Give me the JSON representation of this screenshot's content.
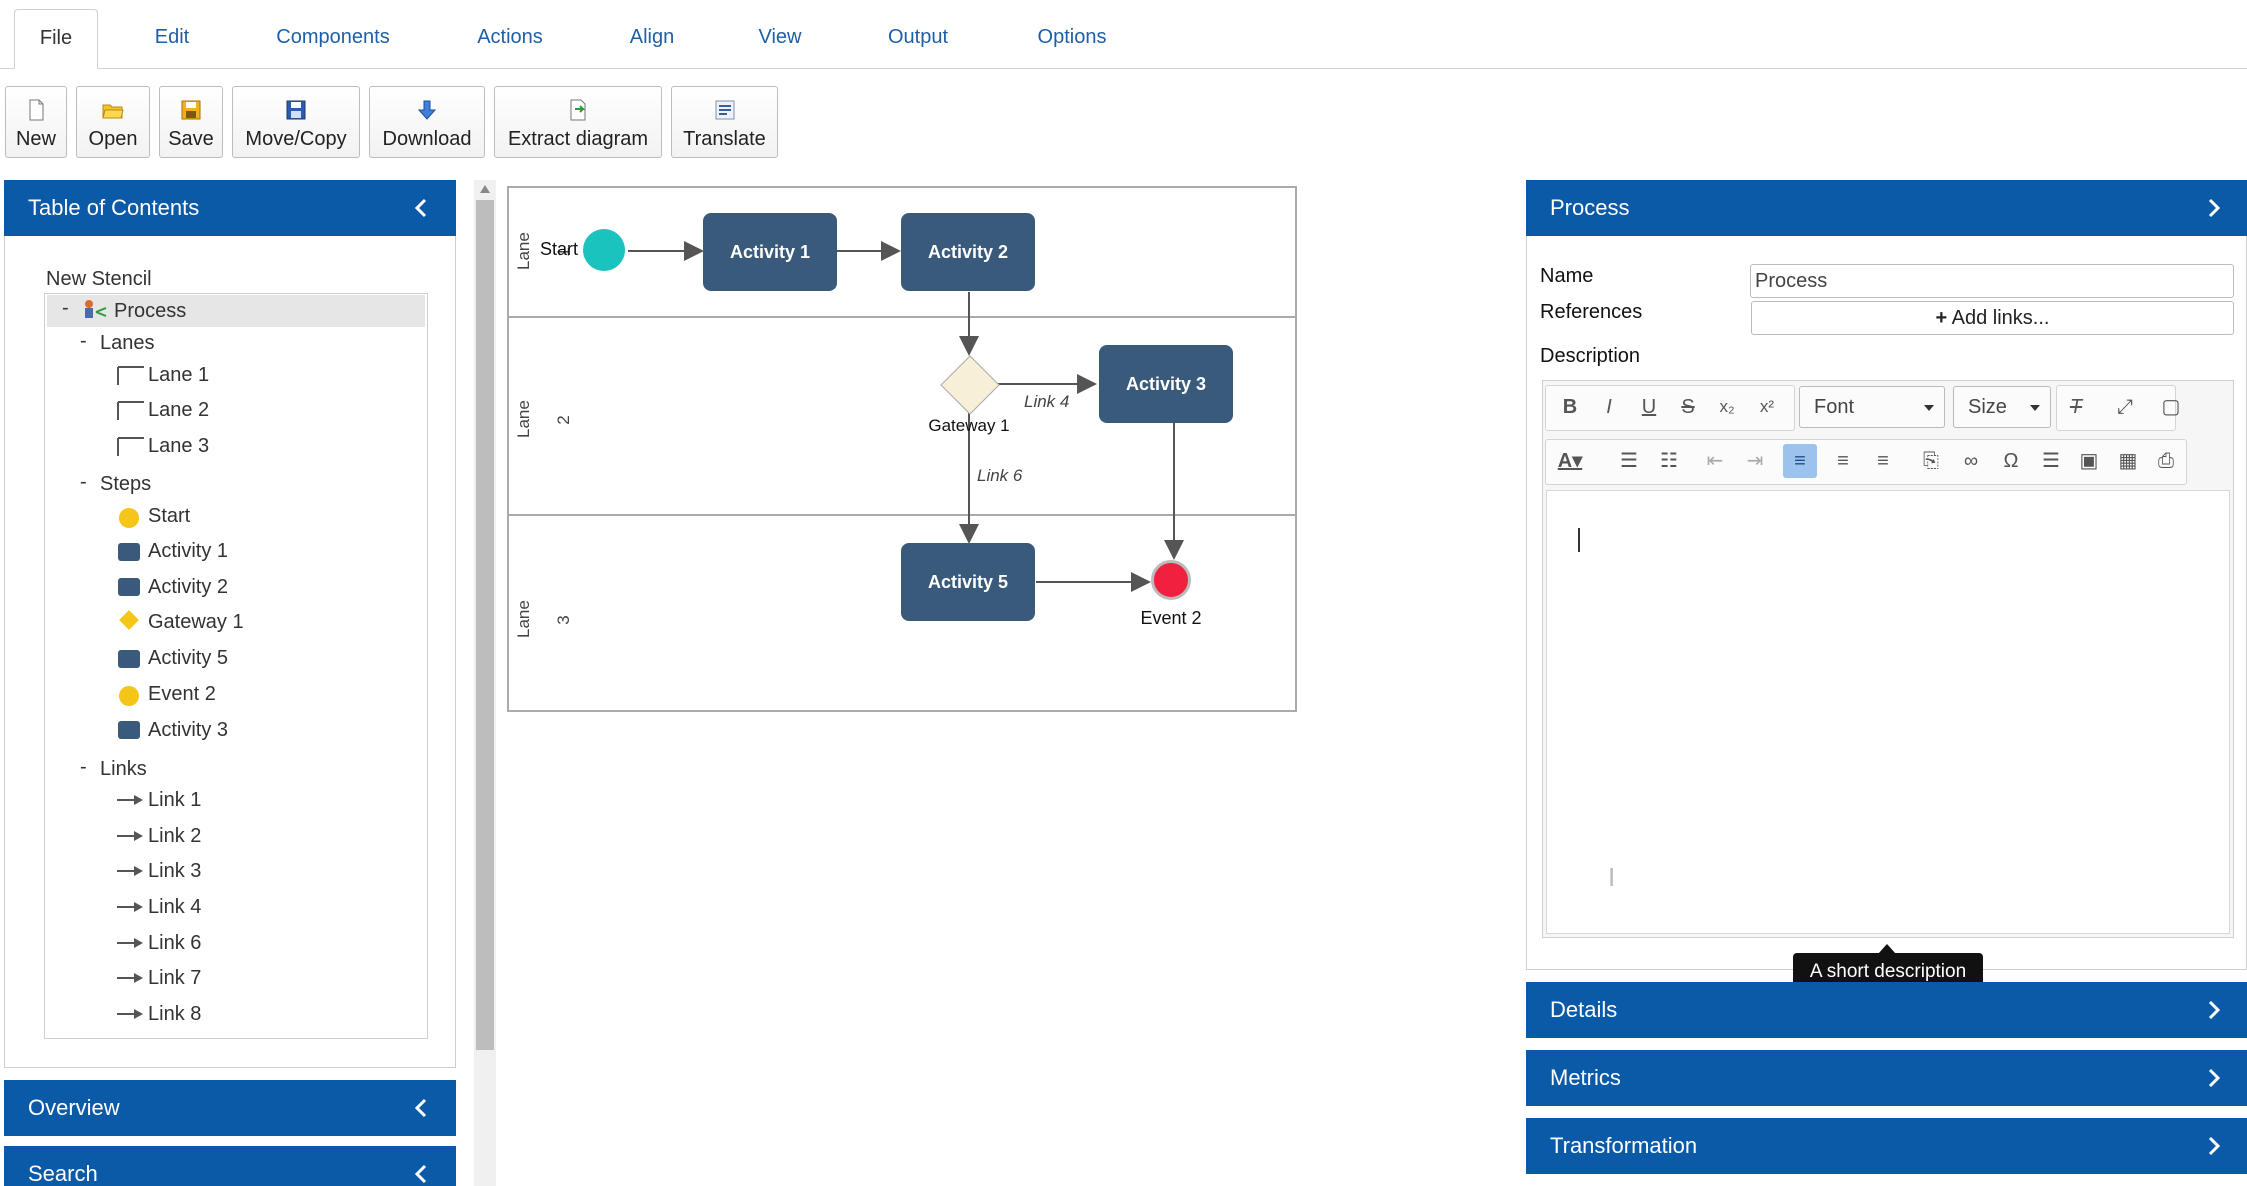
{
  "tabs": [
    "File",
    "Edit",
    "Components",
    "Actions",
    "Align",
    "View",
    "Output",
    "Options"
  ],
  "toolbar": {
    "new": "New",
    "open": "Open",
    "save": "Save",
    "move_copy": "Move/Copy",
    "download": "Download",
    "extract": "Extract diagram",
    "translate": "Translate"
  },
  "toc": {
    "title": "Table of Contents",
    "root": "New Stencil",
    "process": "Process",
    "lanes_label": "Lanes",
    "lanes": [
      "Lane 1",
      "Lane 2",
      "Lane 3"
    ],
    "steps_label": "Steps",
    "steps": [
      "Start",
      "Activity 1",
      "Activity 2",
      "Gateway 1",
      "Activity 5",
      "Event 2",
      "Activity 3"
    ],
    "links_label": "Links",
    "links": [
      "Link 1",
      "Link 2",
      "Link 3",
      "Link 4",
      "Link 6",
      "Link 7",
      "Link 8"
    ]
  },
  "left_panels": {
    "overview": "Overview",
    "search": "Search"
  },
  "diagram": {
    "lanes": [
      "Lane 1",
      "Lane 2",
      "Lane 3"
    ],
    "start": "Start",
    "activity1": "Activity 1",
    "activity2": "Activity 2",
    "activity3": "Activity 3",
    "activity5": "Activity 5",
    "gateway": "Gateway 1",
    "event2": "Event 2",
    "link4": "Link 4",
    "link6": "Link 6"
  },
  "properties": {
    "title": "Process",
    "name_label": "Name",
    "name_value": "Process",
    "references_label": "References",
    "add_links": "Add links...",
    "description_label": "Description",
    "font_select": "Font",
    "size_select": "Size",
    "tooltip": "A short description"
  },
  "right_panels": {
    "details": "Details",
    "metrics": "Metrics",
    "transformation": "Transformation"
  },
  "colors": {
    "header": "#0b5aa8",
    "node": "#3a5a7c",
    "start": "#1bc3bf",
    "end": "#f0203e",
    "gateway": "#f7efd8"
  }
}
